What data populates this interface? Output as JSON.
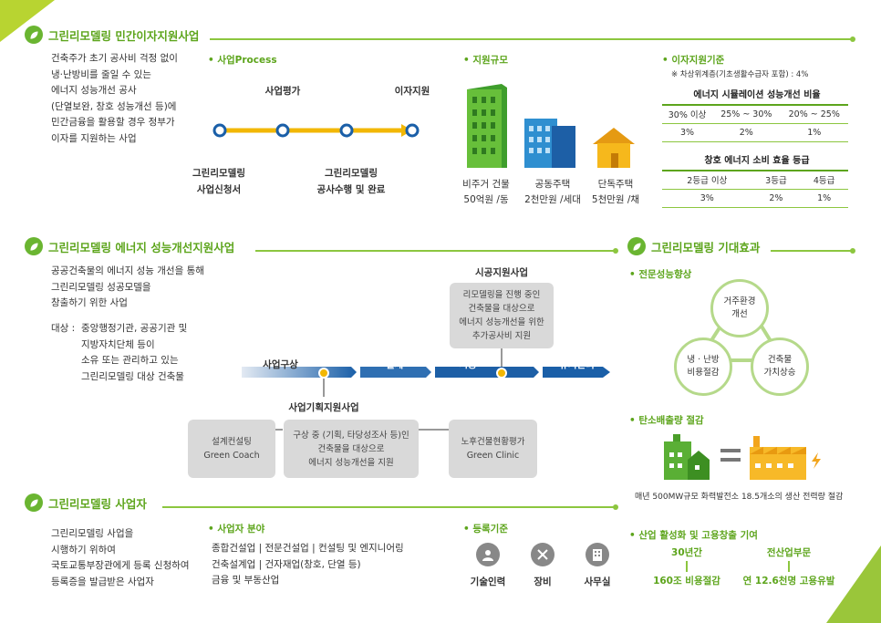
{
  "colors": {
    "green": "#5da51c",
    "lightgreen": "#8cc63f",
    "blue": "#1a5fa8",
    "yellow": "#f2b705",
    "gray": "#d9d9d9"
  },
  "s1": {
    "title": "그린리모델링 민간이자지원사업",
    "desc": "건축주가 초기 공사비 걱정 없이\n냉·난방비를 줄일 수 있는\n에너지 성능개선 공사\n(단열보완, 창호 성능개선 등)에\n민간금융을 활용할 경우 정부가\n이자를 지원하는 사업",
    "process": {
      "head": "• 사업Process",
      "top1": "사업평가",
      "top2": "이자지원",
      "bot1": "그린리모델링\n사업신청서",
      "bot2": "그린리모델링\n공사수행 및 완료"
    },
    "scale": {
      "head": "• 지원규모",
      "items": [
        {
          "name": "비주거 건물",
          "amount": "50억원 /동",
          "icon": "office-building-icon"
        },
        {
          "name": "공동주택",
          "amount": "2천만원 /세대",
          "icon": "apartment-icon"
        },
        {
          "name": "단독주택",
          "amount": "5천만원 /채",
          "icon": "house-icon"
        }
      ]
    },
    "criteria": {
      "head": "• 이자지원기준",
      "note": "※ 차상위계층(기초생활수급자 포함) : 4%",
      "t1": {
        "caption": "에너지 시뮬레이션 성능개선 비율",
        "headers": [
          "30% 이상",
          "25% ~ 30%",
          "20% ~ 25%"
        ],
        "values": [
          "3%",
          "2%",
          "1%"
        ]
      },
      "t2": {
        "caption": "창호 에너지 소비 효율 등급",
        "headers": [
          "2등급 이상",
          "3등급",
          "4등급"
        ],
        "values": [
          "3%",
          "2%",
          "1%"
        ]
      }
    }
  },
  "s2": {
    "title": "그린리모델링 에너지 성능개선지원사업",
    "desc": "공공건축물의 에너지 성능 개선을 통해\n그린리모델링 성공모델을\n창출하기 위한 사업",
    "target_label": "대상 :",
    "target": "중앙행정기관, 공공기관 및\n지방자치단체 등이\n소유 또는 관리하고 있는\n그린리모델링 대상 건축물",
    "support_title": "시공지원사업",
    "support_desc": "리모델링을 진행 중인\n건축물을 대상으로\n에너지 성능개선을 위한\n추가공사비 지원",
    "stages": [
      "사업구상",
      "설계",
      "시공",
      "유지관리"
    ],
    "plan_title": "사업기획지원사업",
    "boxes": [
      "설계컨설팅\nGreen Coach",
      "구상 중 (기획, 타당성조사 등)인\n건축물을 대상으로\n에너지 성능개선을 지원",
      "노후건물현황평가\nGreen Clinic"
    ]
  },
  "s3": {
    "title": "그린리모델링 기대효과",
    "h1": "• 전문성능향상",
    "circles": [
      "거주환경\n개선",
      "냉 · 난방\n비용절감",
      "건축물\n가치상승"
    ],
    "h2": "• 탄소배출량 절감",
    "carbon_note": "매년 500MW규모 화력발전소 18.5개소의 생산 전력량 절감",
    "h3": "• 산업 활성화 및 고용창출 기여",
    "l1": "30년간",
    "v1": "160조 비용절감",
    "l2": "전산업부문",
    "v2": "연 12.6천명 고용유발"
  },
  "s4": {
    "title": "그린리모델링 사업자",
    "desc": "그린리모델링 사업을\n시행하기 위하여\n국토교통부장관에게 등록 신청하여\n등록증을 발급받은 사업자",
    "field_head": "• 사업자 분야",
    "fields": "종합건설업 | 전문건설업 | 컨설팅 및 엔지니어링\n건축설계업 | 건자재업(창호, 단열 등)\n금융 및 부동산업",
    "reg_head": "• 등록기준",
    "reg": [
      "기술인력",
      "장비",
      "사무실"
    ]
  }
}
